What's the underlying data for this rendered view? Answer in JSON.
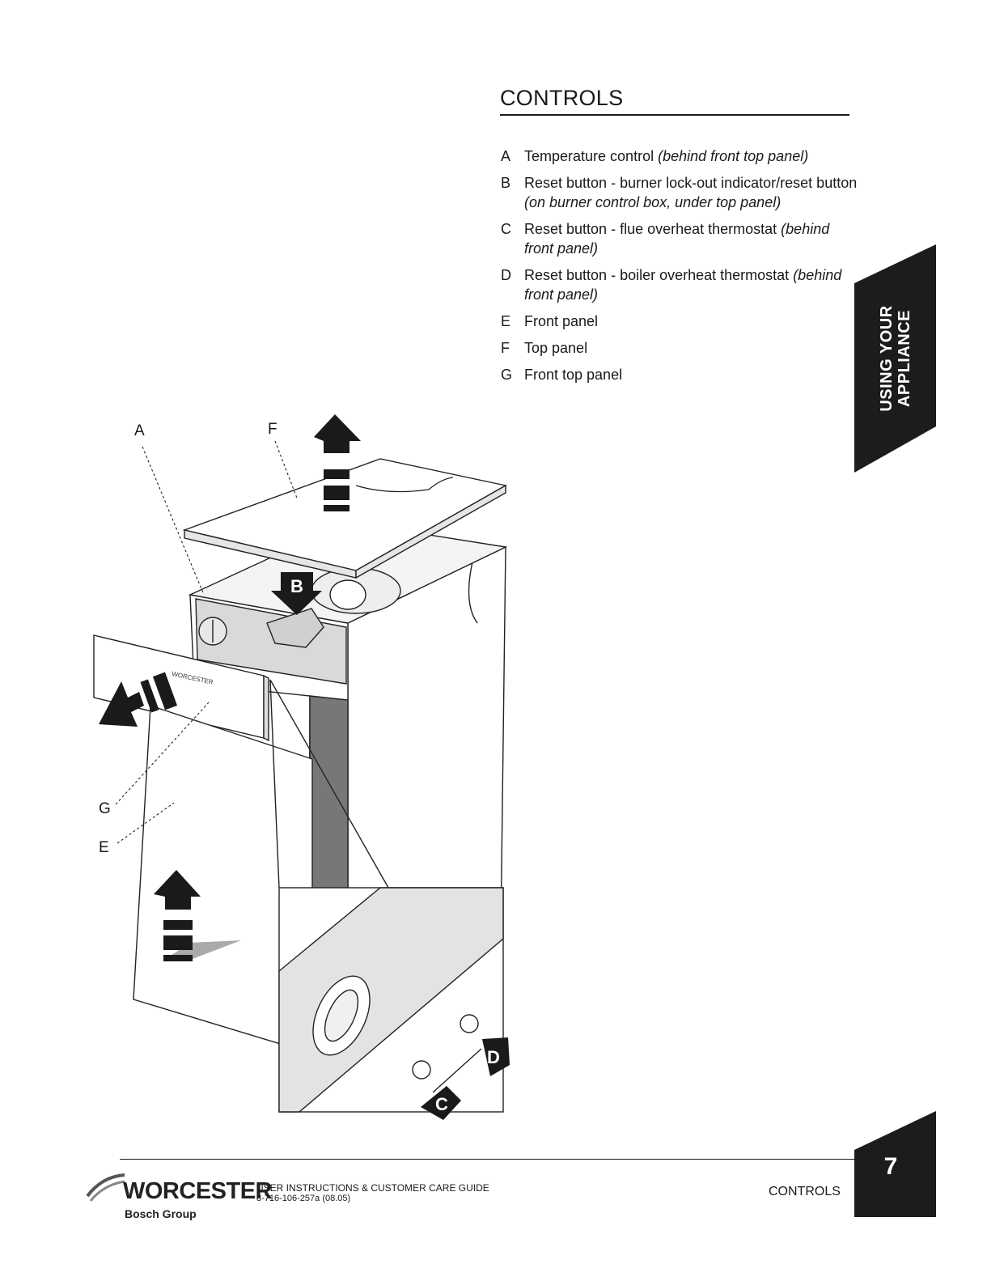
{
  "heading": "CONTROLS",
  "controls": [
    {
      "letter": "A",
      "text": "Temperature control ",
      "note": "(behind front top panel)"
    },
    {
      "letter": "B",
      "text": "Reset button - burner lock-out indicator/reset button ",
      "note": "(on burner control box, under top panel)"
    },
    {
      "letter": "C",
      "text": "Reset button - flue overheat thermostat ",
      "note": "(behind front panel)"
    },
    {
      "letter": "D",
      "text": "Reset button - boiler overheat thermostat ",
      "note": "(behind front panel)"
    },
    {
      "letter": "E",
      "text": "Front panel",
      "note": ""
    },
    {
      "letter": "F",
      "text": "Top panel",
      "note": ""
    },
    {
      "letter": "G",
      "text": "Front top panel",
      "note": ""
    }
  ],
  "side_tab": {
    "line1": "USING YOUR",
    "line2": "APPLIANCE"
  },
  "diagram": {
    "callouts": {
      "a": "A",
      "f": "F",
      "g": "G",
      "e": "E"
    },
    "markers": {
      "b": "B",
      "c": "C",
      "d": "D"
    },
    "panel_brand": "WORCESTER"
  },
  "footer": {
    "brand": "WORCESTER",
    "group": "Bosch Group",
    "guide_title": "USER INSTRUCTIONS & CUSTOMER CARE GUIDE",
    "guide_code": "8-716-106-257a (08.05)",
    "section": "CONTROLS",
    "page_number": "7"
  }
}
